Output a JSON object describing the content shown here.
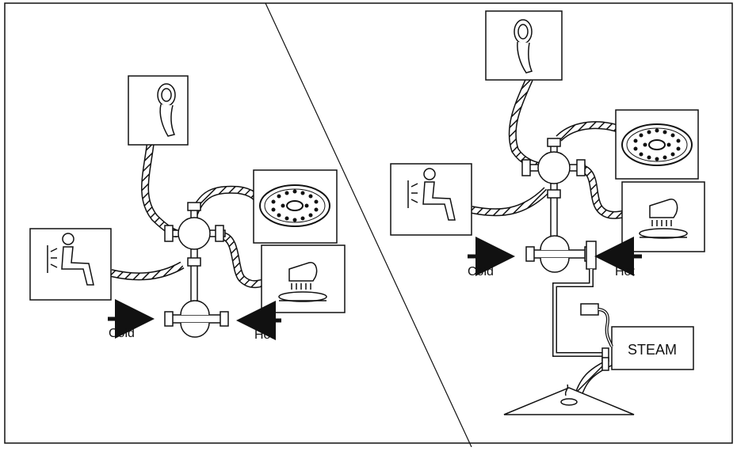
{
  "left_panel": {
    "cold_label": "Cold",
    "hot_label": "Hot",
    "icons": [
      "hand-shower-icon",
      "rain-shower-head-icon",
      "seated-body-jets-icon",
      "foot-massage-icon"
    ]
  },
  "right_panel": {
    "cold_label": "Cold",
    "hot_label": "Hot",
    "steam_label": "STEAM",
    "icons": [
      "hand-shower-icon",
      "rain-shower-head-icon",
      "seated-body-jets-icon",
      "foot-massage-icon",
      "steam-outlet-icon"
    ]
  },
  "colors": {
    "line": "#111111",
    "background": "#ffffff",
    "hose_fill": "#ffffff"
  }
}
